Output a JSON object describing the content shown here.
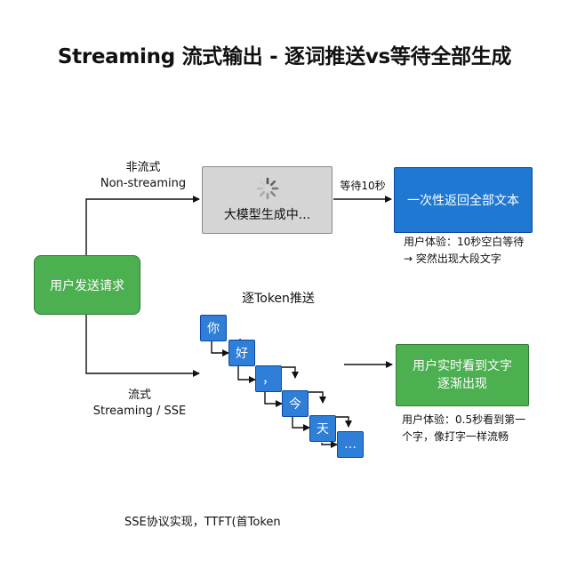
{
  "title": "Streaming 流式输出 - 逐词推送vs等待全部生成",
  "request_box": "用户发送请求",
  "non_streaming": {
    "label_cn": "非流式",
    "label_en": "Non-streaming",
    "process_box": "大模型生成中...",
    "wait_label": "等待10秒",
    "result_box": "一次性返回全部文本",
    "note_lines": [
      "用户体验：10秒空白等待",
      "→ 突然出现大段文字"
    ]
  },
  "streaming": {
    "label_cn": "流式",
    "label_en": "Streaming / SSE",
    "token_label": "逐Token推送",
    "tokens": [
      "你",
      "好",
      "，",
      "今",
      "天",
      "…"
    ],
    "result_lines": [
      "用户实时看到文字",
      "逐渐出现"
    ],
    "note_lines": [
      "用户体验：0.5秒看到第一",
      "个字，像打字一样流畅"
    ]
  },
  "footer": "SSE协议实现，TTFT(首Token",
  "colors": {
    "green": "#4caf50",
    "blue": "#1f78d1",
    "gray": "#d5d5d5",
    "line": "#111111"
  },
  "icons": {
    "spinner": "loading-spinner-icon"
  }
}
